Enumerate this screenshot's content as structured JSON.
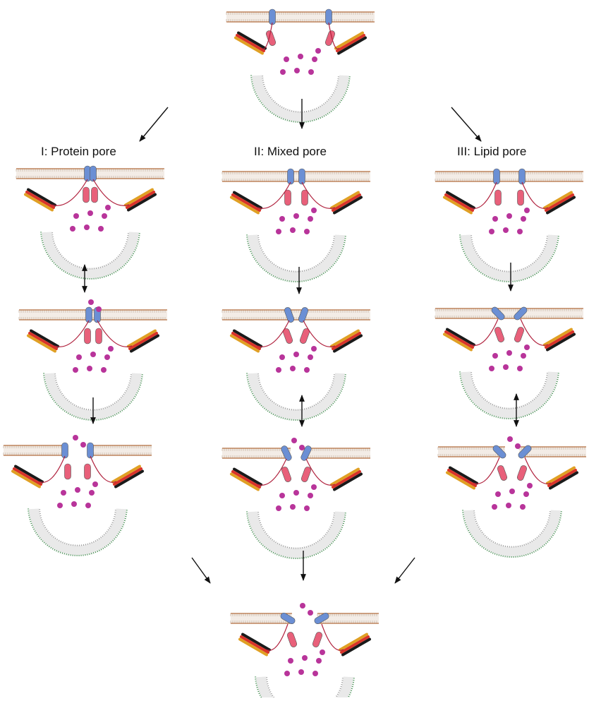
{
  "pathways": [
    {
      "label": "I: Protein pore"
    },
    {
      "label": "II: Mixed pore"
    },
    {
      "label": "III: Lipid pore"
    }
  ],
  "colors": {
    "snare_blue": "#6b8fd4",
    "snare_pink": "#e8607a",
    "linker": "#b0213d",
    "vesicle_gray": "#c9c9c9",
    "vesicle_edge": "#3c8a4a",
    "plasma_membrane": "#b06a3a",
    "cargo": "#b8349a",
    "helix_black": "#1a1a1a",
    "helix_red": "#d8332a",
    "helix_gold": "#e0a024",
    "arrow": "#111111"
  }
}
